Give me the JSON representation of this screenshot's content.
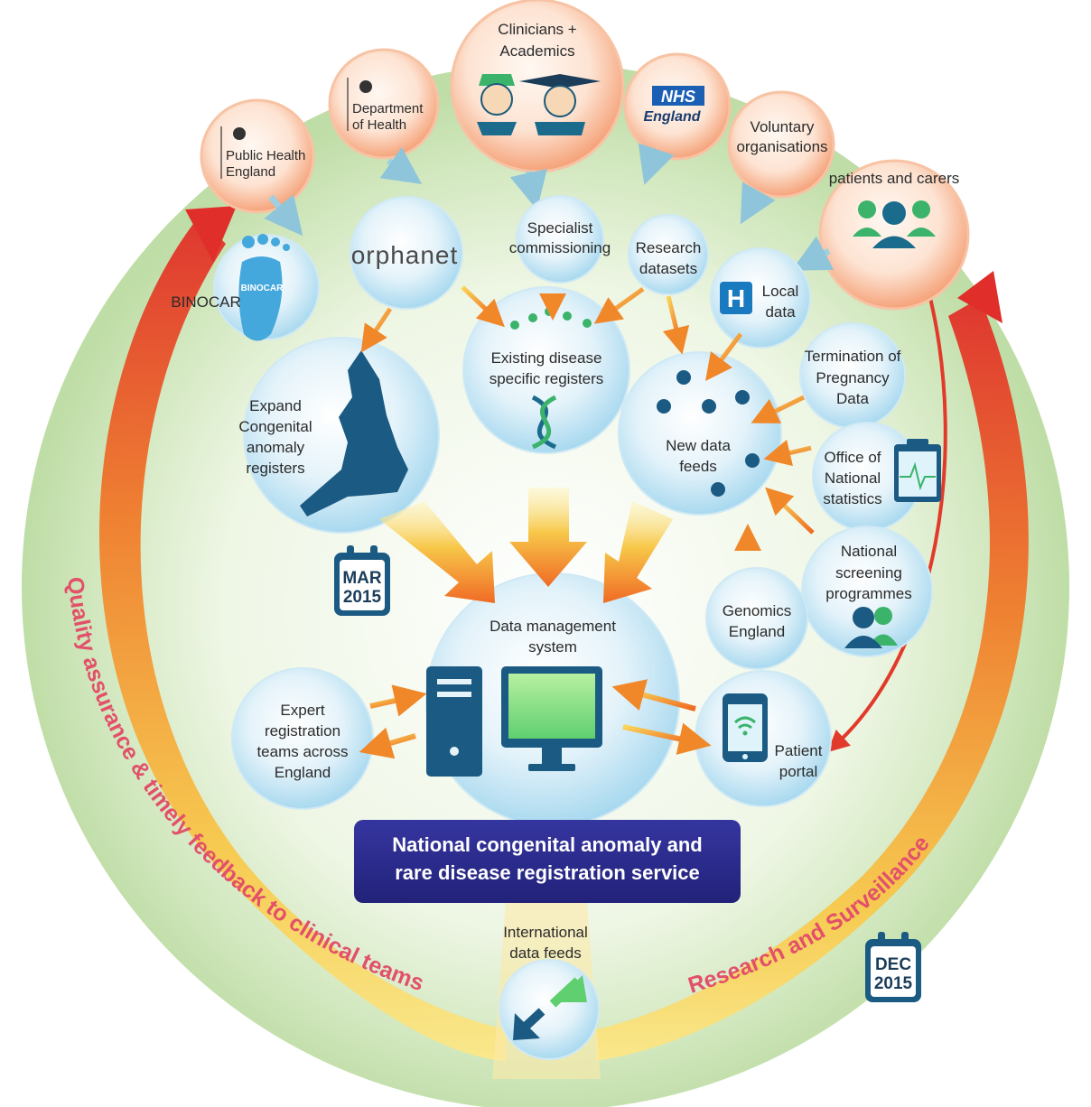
{
  "stakeholders": {
    "phe": "Public Health England",
    "phe_line1": "Public Health",
    "phe_line2": "England",
    "doh": "Department of Health",
    "doh_line1": "Department",
    "doh_line2": "of Health",
    "clinicians_line1": "Clinicians +",
    "clinicians_line2": "Academics",
    "nhs_badge": "NHS",
    "nhs_sub": "England",
    "voluntary_line1": "Voluntary",
    "voluntary_line2": "organisations",
    "patients": "patients and carers"
  },
  "sources": {
    "binocar": "BINOCAR",
    "binocar_tile": "BINOCAR",
    "orphanet": "orphanet",
    "specialist_line1": "Specialist",
    "specialist_line2": "commissioning",
    "research_line1": "Research",
    "research_line2": "datasets",
    "local_h": "H",
    "local_line1": "Local",
    "local_line2": "data",
    "existing_line1": "Existing disease",
    "existing_line2": "specific registers",
    "expand_line1": "Expand",
    "expand_line2": "Congenital",
    "expand_line3": "anomaly",
    "expand_line4": "registers",
    "newdata_line1": "New data",
    "newdata_line2": "feeds",
    "top_line1": "Termination of",
    "top_line2": "Pregnancy",
    "top_line3": "Data",
    "ons_line1": "Office of",
    "ons_line2": "National",
    "ons_line3": "statistics",
    "screening_line1": "National",
    "screening_line2": "screening",
    "screening_line3": "programmes",
    "genomics_line1": "Genomics",
    "genomics_line2": "England"
  },
  "core": {
    "dms_line1": "Data management",
    "dms_line2": "system",
    "expert_line1": "Expert",
    "expert_line2": "registration",
    "expert_line3": "teams across",
    "expert_line4": "England",
    "portal_line1": "Patient",
    "portal_line2": "portal",
    "title_line1": "National congenital anomaly and",
    "title_line2": "rare disease registration service",
    "intl_line1": "International",
    "intl_line2": "data feeds"
  },
  "calendars": {
    "mar_month": "MAR",
    "mar_year": "2015",
    "dec_month": "DEC",
    "dec_year": "2015"
  },
  "loops": {
    "left": "Quality assurance & timely feedback to clinical teams",
    "right": "Research and Surveillance"
  },
  "colors": {
    "navy_banner": "#2a2a8c",
    "orange_arrow": "#f08a24",
    "red_arrow": "#e03a2a",
    "yellow_arrow": "#f7d44a",
    "teal_icon": "#1b6b8c",
    "loop_text": "#e2506a",
    "bubble_blue": "#cfeaf6",
    "bubble_peach": "#f7b48e"
  },
  "icons": [
    "royal-crest-icon",
    "nurse-icon",
    "graduate-icon",
    "nhs-logo-icon",
    "people-group-icon",
    "footprint-icon",
    "dna-icon",
    "england-map-icon",
    "hospital-icon",
    "clipboard-ecg-icon",
    "people-icon",
    "server-tower-icon",
    "monitor-icon",
    "tablet-wifi-icon",
    "calendar-icon",
    "exchange-arrows-icon"
  ]
}
